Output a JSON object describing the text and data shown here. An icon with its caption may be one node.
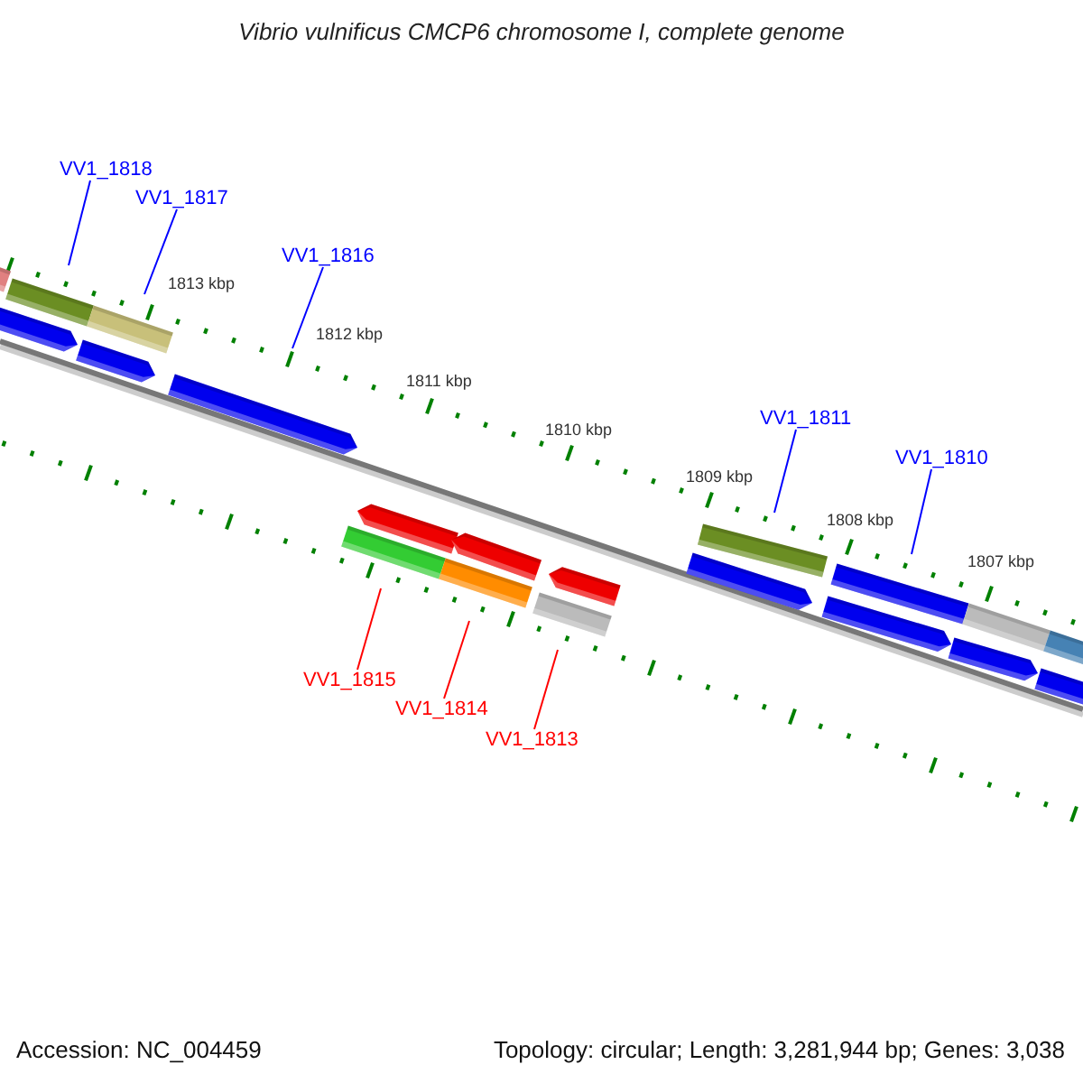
{
  "diagram": {
    "title": "Vibrio vulnificus CMCP6 chromosome I, complete genome",
    "nodes": [
      {
        "text": [
          "VV1_1818"
        ]
      },
      {
        "text": [
          "VV1_1817"
        ]
      },
      {
        "text": [
          "VV1_1816"
        ]
      },
      {
        "text": [
          "VV1_1811"
        ]
      },
      {
        "text": [
          "VV1_1810"
        ]
      },
      {
        "text": [
          "VV1_1815"
        ]
      },
      {
        "text": [
          "VV1_1814"
        ]
      },
      {
        "text": [
          "VV1_1813"
        ]
      }
    ],
    "edges": [
      {
        "from": 0,
        "to": null,
        "arrow": "none"
      },
      {
        "from": 1,
        "to": null,
        "arrow": "none"
      },
      {
        "from": 2,
        "to": null,
        "arrow": "none"
      },
      {
        "from": 3,
        "to": null,
        "arrow": "none"
      },
      {
        "from": 4,
        "to": null,
        "arrow": "none"
      },
      {
        "from": 5,
        "to": null,
        "arrow": "none",
        "color": "#ff0000"
      },
      {
        "from": 6,
        "to": null,
        "arrow": "none",
        "color": "#ff0000"
      },
      {
        "from": 7,
        "to": null,
        "arrow": "none",
        "color": "#ff0000"
      }
    ],
    "labels": [
      "1813 kbp",
      "1812 kbp",
      "1811 kbp",
      "1810 kbp",
      "1809 kbp",
      "1808 kbp",
      "1807 kbp",
      "Accession: NC_004459",
      "Topology: circular; Length: 3,281,944 bp; Genes: 3,038"
    ]
  }
}
